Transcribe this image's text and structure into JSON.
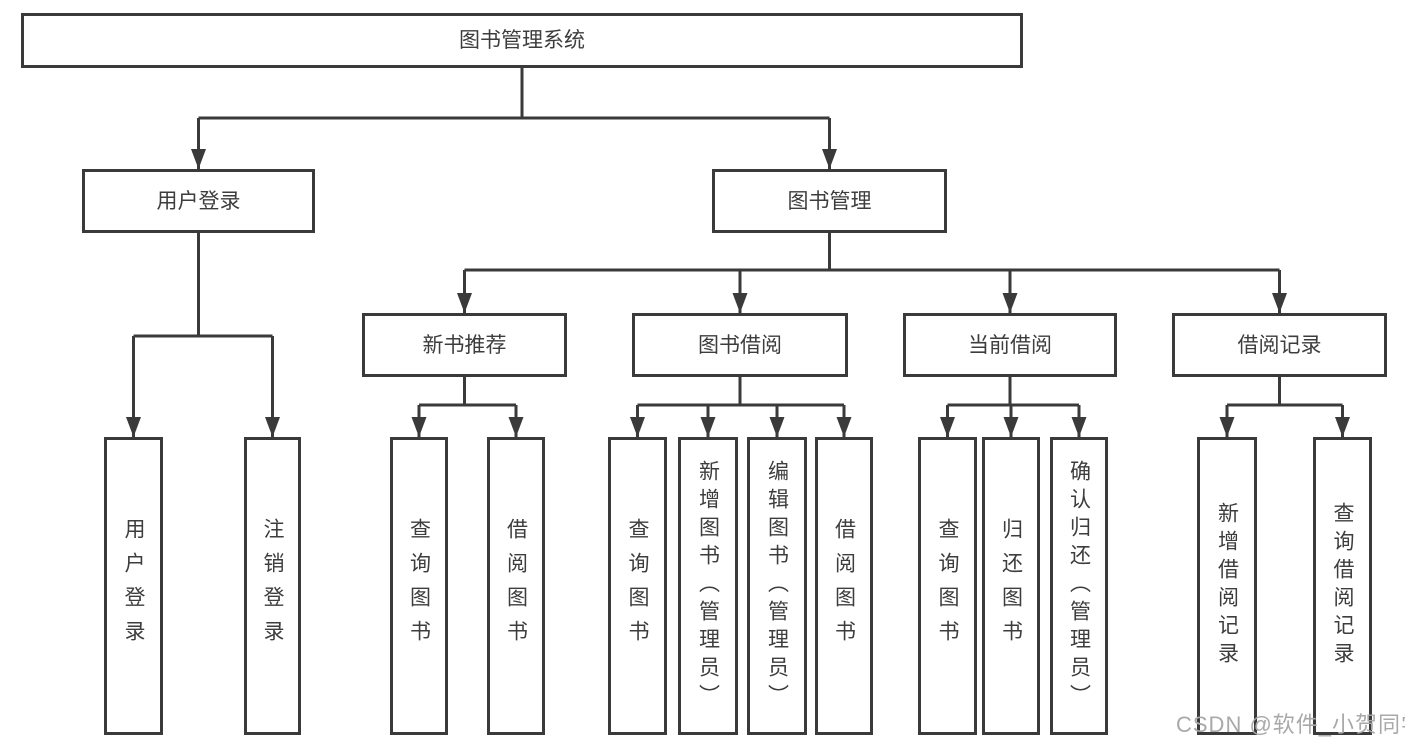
{
  "diagram": {
    "root": {
      "label": "图书管理系统"
    },
    "children": [
      {
        "label": "用户登录",
        "children": [
          {
            "label": "用户登录"
          },
          {
            "label": "注销登录"
          }
        ]
      },
      {
        "label": "图书管理",
        "children": [
          {
            "label": "新书推荐",
            "children": [
              {
                "label": "查询图书"
              },
              {
                "label": "借阅图书"
              }
            ]
          },
          {
            "label": "图书借阅",
            "children": [
              {
                "label": "查询图书"
              },
              {
                "label": "新增图书（管理员）"
              },
              {
                "label": "编辑图书（管理员）"
              },
              {
                "label": "借阅图书"
              }
            ]
          },
          {
            "label": "当前借阅",
            "children": [
              {
                "label": "查询图书"
              },
              {
                "label": "归还图书"
              },
              {
                "label": "确认归还（管理员）"
              }
            ]
          },
          {
            "label": "借阅记录",
            "children": [
              {
                "label": "新增借阅记录"
              },
              {
                "label": "查询借阅记录"
              }
            ]
          }
        ]
      }
    ]
  },
  "watermark": {
    "text": "CSDN @软件_小贺同学"
  },
  "colors": {
    "line": "#3a3a3a",
    "text": "#3d3d3d",
    "watermark": "#a9a9a9",
    "background": "#ffffff"
  }
}
